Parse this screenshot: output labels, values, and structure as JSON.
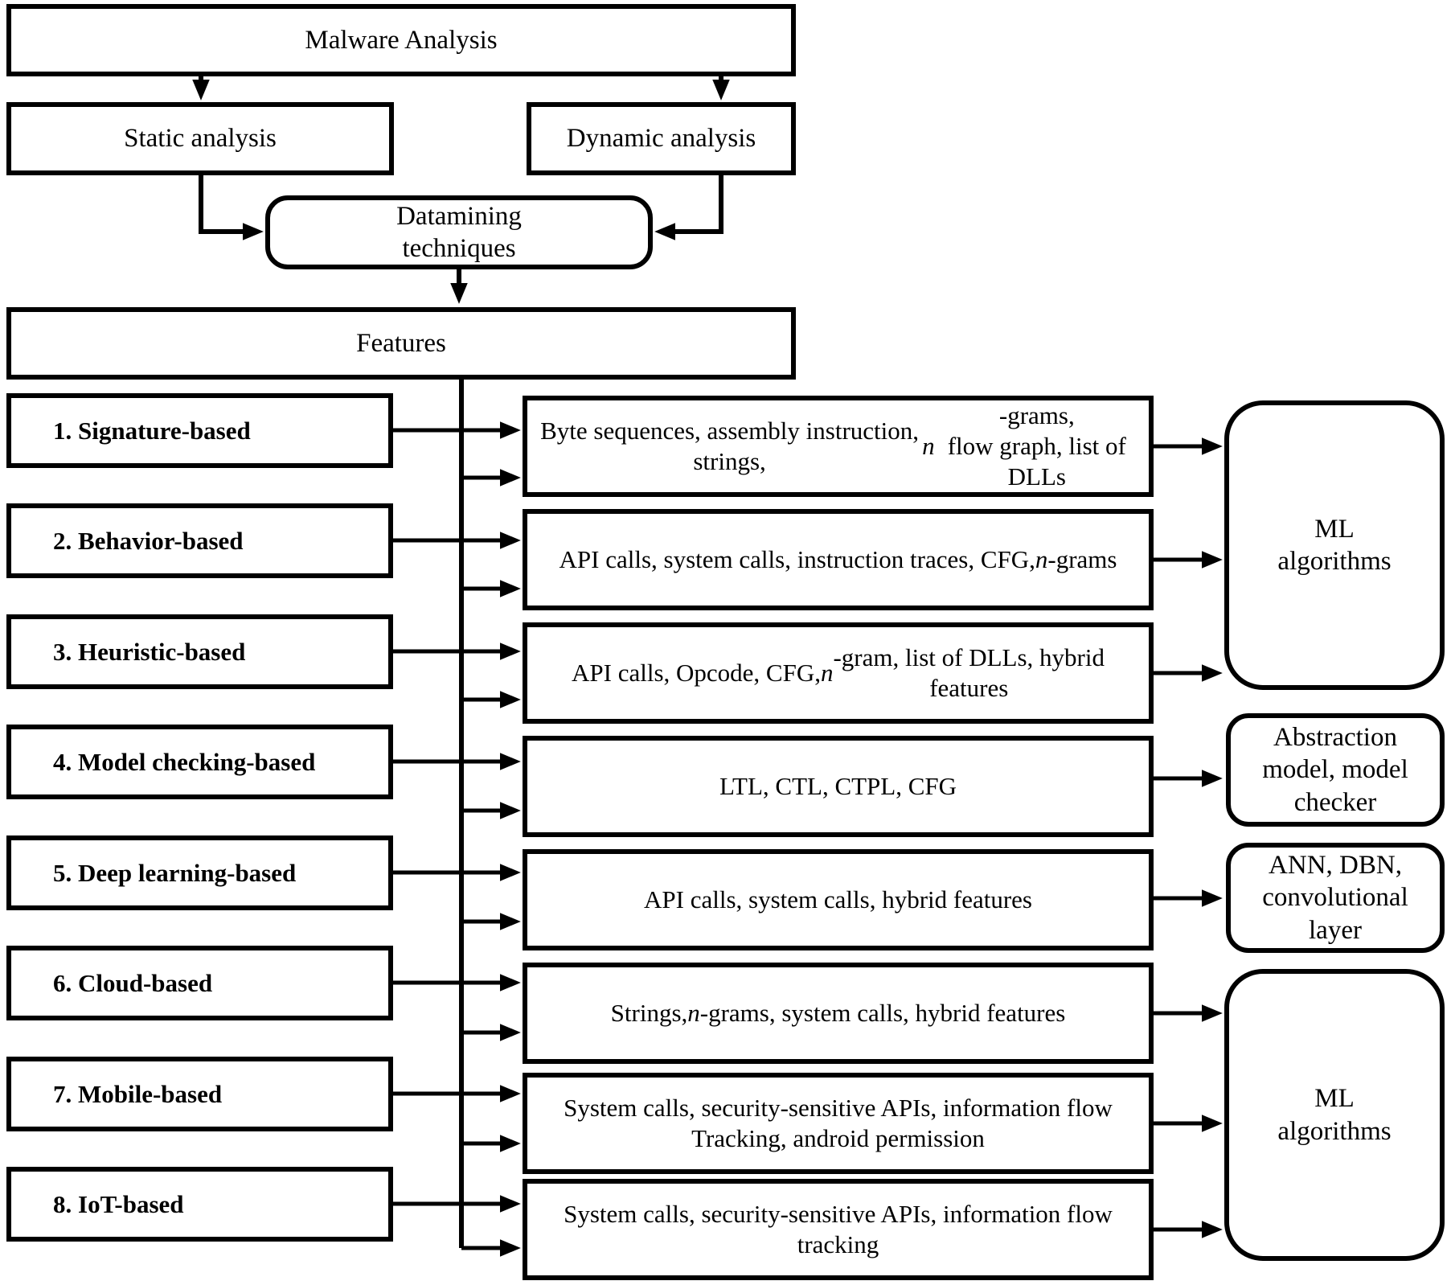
{
  "figure": {
    "root_label": "Malware Analysis",
    "static_label": "Static analysis",
    "dynamic_label": "Dynamic analysis",
    "datamining_label": "Datamining\ntechniques",
    "features_label": "Features",
    "rows": [
      {
        "category": "1. Signature-based",
        "features": "Byte sequences, assembly instruction, strings, n-grams,\nflow graph, list of DLLs",
        "output": "ml_top"
      },
      {
        "category": "2. Behavior-based",
        "features": "API calls, system calls, instruction traces, CFG,\nn-grams",
        "output": "ml_top"
      },
      {
        "category": "3. Heuristic-based",
        "features": "API calls, Opcode, CFG, n-gram, list of DLLs, hybrid\nfeatures",
        "output": "ml_top"
      },
      {
        "category": "4. Model checking-based",
        "features": "LTL, CTL, CTPL, CFG",
        "output": "abstraction"
      },
      {
        "category": "5. Deep learning-based",
        "features": "API calls, system calls, hybrid features",
        "output": "ann_dbn"
      },
      {
        "category": "6. Cloud-based",
        "features": "Strings, n-grams, system calls, hybrid features",
        "output": "ml_bottom"
      },
      {
        "category": "7. Mobile-based",
        "features": "System calls, security-sensitive APIs, information flow\nTracking, android permission",
        "output": "ml_bottom"
      },
      {
        "category": "8. IoT-based",
        "features": "System calls, security-sensitive APIs, information flow\ntracking",
        "output": "ml_bottom"
      }
    ],
    "outputs": {
      "ml_top": "ML\nalgorithms",
      "abstraction": "Abstraction\nmodel, model\nchecker",
      "ann_dbn": "ANN, DBN,\nconvolutional\nlayer",
      "ml_bottom": "ML\nalgorithms"
    },
    "colors": {
      "line": "#000000",
      "background": "#ffffff"
    }
  }
}
